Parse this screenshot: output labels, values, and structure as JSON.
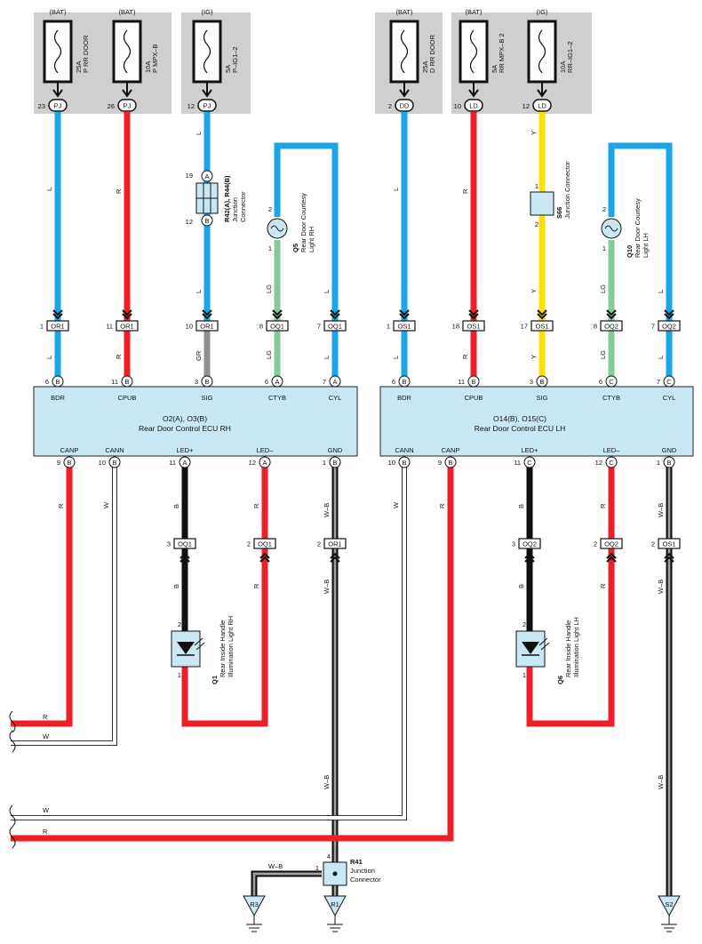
{
  "colors": {
    "L": "#1aa6e6",
    "R": "#ee2027",
    "GR": "#8f8f8f",
    "LG": "#86c99b",
    "Y": "#ffe100",
    "B": "#111111",
    "fusebox": "#cfcfcf",
    "ecu": "#c9e8f4"
  },
  "fuses": [
    {
      "power": "(BAT)",
      "amp": "25A",
      "name": "P RR DOOR",
      "pin": "23",
      "conn": "PJ"
    },
    {
      "power": "(BAT)",
      "amp": "10A",
      "name": "P MPX–B",
      "pin": "26",
      "conn": "PJ"
    },
    {
      "power": "(IG)",
      "amp": "5A",
      "name": "P–IG1–2",
      "pin": "12",
      "conn": "PJ"
    },
    {
      "power": "(BAT)",
      "amp": "25A",
      "name": "D RR DOOR",
      "pin": "2",
      "conn": "DD"
    },
    {
      "power": "(BAT)",
      "amp": "5A",
      "name": "RR MPX–B 2",
      "pin": "10",
      "conn": "LD"
    },
    {
      "power": "(IG)",
      "amp": "10A",
      "name": "RR–IG1–2",
      "pin": "12",
      "conn": "LD"
    }
  ],
  "ecus": [
    {
      "name": "O2(A), O3(B)",
      "desc": "Rear Door Control ECU RH",
      "top_pins": [
        {
          "label": "BDR",
          "num": "6",
          "pin": "B"
        },
        {
          "label": "CPUB",
          "num": "11",
          "pin": "B"
        },
        {
          "label": "SIG",
          "num": "3",
          "pin": "B"
        },
        {
          "label": "CTYB",
          "num": "6",
          "pin": "A"
        },
        {
          "label": "CYL",
          "num": "7",
          "pin": "A"
        }
      ],
      "bottom_pins": [
        {
          "label": "CANP",
          "num": "9",
          "pin": "B"
        },
        {
          "label": "CANN",
          "num": "10",
          "pin": "B"
        },
        {
          "label": "LED+",
          "num": "11",
          "pin": "A"
        },
        {
          "label": "LED–",
          "num": "12",
          "pin": "A"
        },
        {
          "label": "GND",
          "num": "1",
          "pin": "B"
        }
      ]
    },
    {
      "name": "O14(B), O15(C)",
      "desc": "Rear Door Control ECU LH",
      "top_pins": [
        {
          "label": "BDR",
          "num": "6",
          "pin": "B"
        },
        {
          "label": "CPUB",
          "num": "11",
          "pin": "B"
        },
        {
          "label": "SIG",
          "num": "3",
          "pin": "B"
        },
        {
          "label": "CTYB",
          "num": "6",
          "pin": "C"
        },
        {
          "label": "CYL",
          "num": "7",
          "pin": "C"
        }
      ],
      "bottom_pins": [
        {
          "label": "CANN",
          "num": "10",
          "pin": "B"
        },
        {
          "label": "CANP",
          "num": "9",
          "pin": "B"
        },
        {
          "label": "LED+",
          "num": "11",
          "pin": "C"
        },
        {
          "label": "LED–",
          "num": "12",
          "pin": "C"
        },
        {
          "label": "GND",
          "num": "1",
          "pin": "B"
        }
      ]
    }
  ],
  "upper_connectors": [
    {
      "pin": "1",
      "name": "OR1"
    },
    {
      "pin": "11",
      "name": "OR1"
    },
    {
      "pin": "10",
      "name": "OR1"
    },
    {
      "pin": "8",
      "name": "OQ1"
    },
    {
      "pin": "7",
      "name": "OQ1"
    },
    {
      "pin": "1",
      "name": "OS1"
    },
    {
      "pin": "18",
      "name": "OS1"
    },
    {
      "pin": "17",
      "name": "OS1"
    },
    {
      "pin": "8",
      "name": "OQ2"
    },
    {
      "pin": "7",
      "name": "OQ2"
    }
  ],
  "lower_connectors": [
    {
      "pin": "3",
      "name": "OQ1"
    },
    {
      "pin": "2",
      "name": "OQ1"
    },
    {
      "pin": "2",
      "name": "OR1"
    },
    {
      "pin": "3",
      "name": "OQ2"
    },
    {
      "pin": "2",
      "name": "OQ2"
    },
    {
      "pin": "2",
      "name": "OS1"
    }
  ],
  "wire_labels": {
    "L": "L",
    "R": "R",
    "GR": "GR",
    "LG": "LG",
    "Y": "Y",
    "B": "B",
    "W": "W",
    "WB": "W–B"
  },
  "junction_r42": {
    "title": "R42(A), R44(B)",
    "line1": "Junction",
    "line2": "Connector",
    "pin_top": "19",
    "pin_top_letter": "A",
    "pin_bottom": "12",
    "pin_bottom_letter": "B"
  },
  "junction_s66": {
    "title": "S66",
    "line1": "Junction Connector",
    "pin_top": "1",
    "pin_bottom": "2"
  },
  "junction_r41": {
    "title": "R41",
    "line1": "Junction",
    "line2": "Connector",
    "pin_top": "4",
    "pin_left": "1"
  },
  "lamps": [
    {
      "code": "Q5",
      "line1": "Rear Door Courtesy",
      "line2": "Light RH",
      "pin_top": "2",
      "pin_bottom": "1"
    },
    {
      "code": "Q10",
      "line1": "Rear Door Courtesy",
      "line2": "Light LH",
      "pin_top": "2",
      "pin_bottom": "1"
    }
  ],
  "leds": [
    {
      "code": "Q1",
      "line1": "Rear Inside Handle",
      "line2": "Illumination Light RH",
      "pin_top": "2",
      "pin_bottom": "1"
    },
    {
      "code": "Q6",
      "line1": "Rear Inside Handle",
      "line2": "Illumination Light LH",
      "pin_top": "2",
      "pin_bottom": "1"
    }
  ],
  "grounds": [
    "R3",
    "R1",
    "S2"
  ]
}
